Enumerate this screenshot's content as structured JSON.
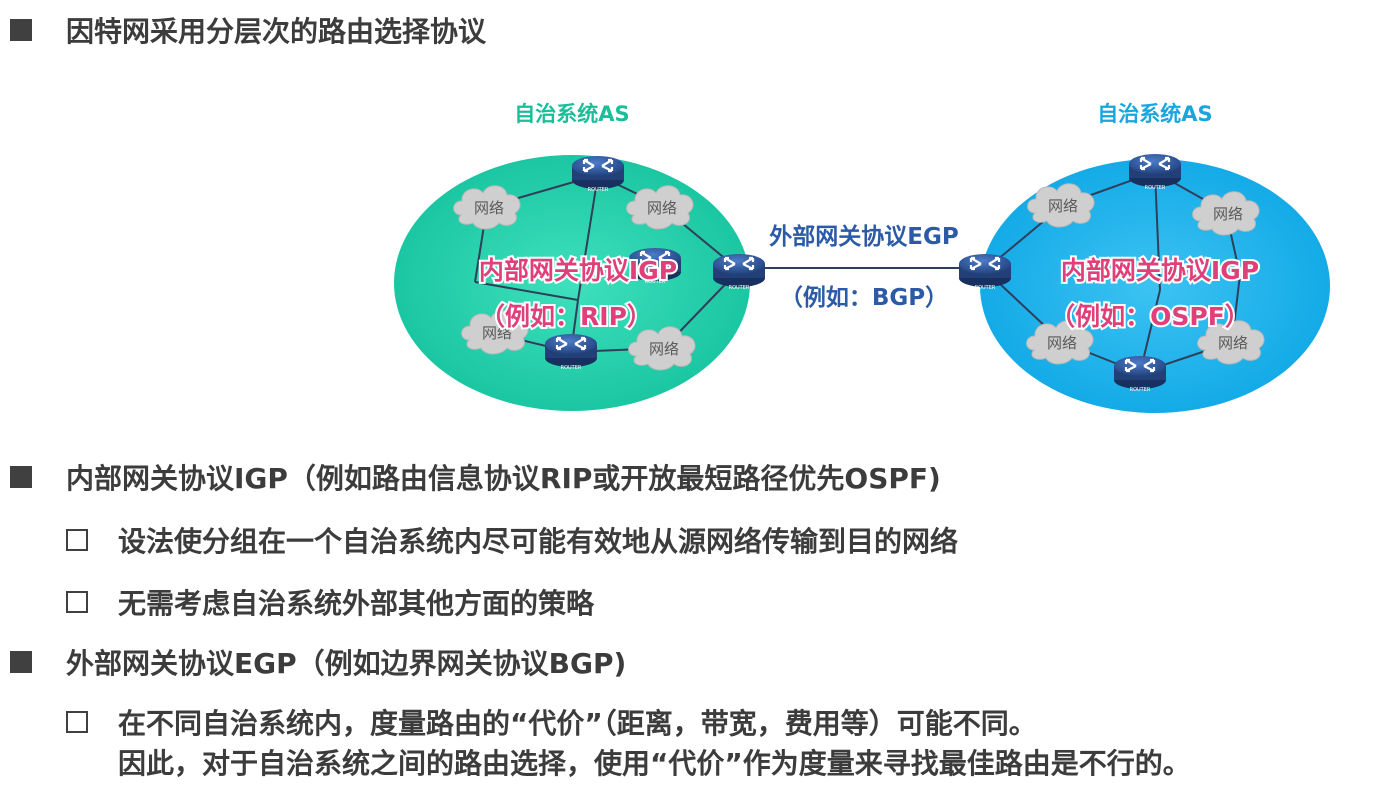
{
  "title": "因特网采用分层次的路由选择协议",
  "diagram": {
    "left_as_label": "自治系统AS",
    "right_as_label": "自治系统AS",
    "left_igp": "内部网关协议IGP",
    "left_igp_example": "（例如：RIP）",
    "right_igp": "内部网关协议IGP",
    "right_igp_example": "（例如：OSPF）",
    "egp": "外部网关协议EGP",
    "egp_example": "（例如：BGP）",
    "network_label": "网络",
    "router_label": "ROUTER",
    "colors": {
      "left_as": "#1ec9a6",
      "right_as": "#14aee8",
      "left_label": "#1abf9a",
      "right_label": "#19a6de",
      "igp_text": "#e0407a",
      "egp_text": "#2b5aa6"
    }
  },
  "bullets": [
    {
      "text": "内部网关协议IGP（例如路由信息协议RIP或开放最短路径优先OSPF)"
    },
    {
      "text": "设法使分组在一个自治系统内尽可能有效地从源网络传输到目的网络"
    },
    {
      "text": "无需考虑自治系统外部其他方面的策略"
    },
    {
      "text": "外部网关协议EGP（例如边界网关协议BGP)"
    },
    {
      "text": "在不同自治系统内，度量路由的“代价”（距离，带宽，费用等）可能不同。"
    },
    {
      "text": "因此，对于自治系统之间的路由选择，使用“代价”作为度量来寻找最佳路由是不行的。"
    }
  ]
}
